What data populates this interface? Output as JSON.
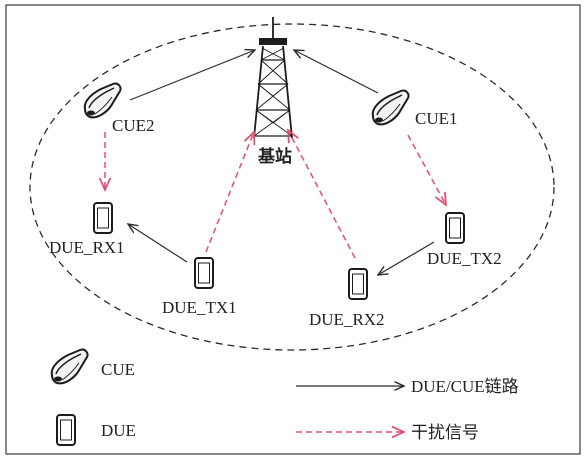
{
  "diagram": {
    "base_station": {
      "label": "基站",
      "icon": "cell-tower-icon"
    },
    "nodes": {
      "cue1": {
        "label": "CUE1",
        "icon": "flip-phone-icon"
      },
      "cue2": {
        "label": "CUE2",
        "icon": "flip-phone-icon"
      },
      "due_rx1": {
        "label": "DUE_RX1",
        "icon": "smartphone-icon"
      },
      "due_tx1": {
        "label": "DUE_TX1",
        "icon": "smartphone-icon"
      },
      "due_tx2": {
        "label": "DUE_TX2",
        "icon": "smartphone-icon"
      },
      "due_rx2": {
        "label": "DUE_RX2",
        "icon": "smartphone-icon"
      }
    },
    "legend": {
      "cue": "CUE",
      "due": "DUE",
      "link": "DUE/CUE链路",
      "interference": "干扰信号"
    },
    "colors": {
      "link": "#2b2b2b",
      "interference": "#e0506e",
      "border": "#3a3a3a"
    }
  }
}
